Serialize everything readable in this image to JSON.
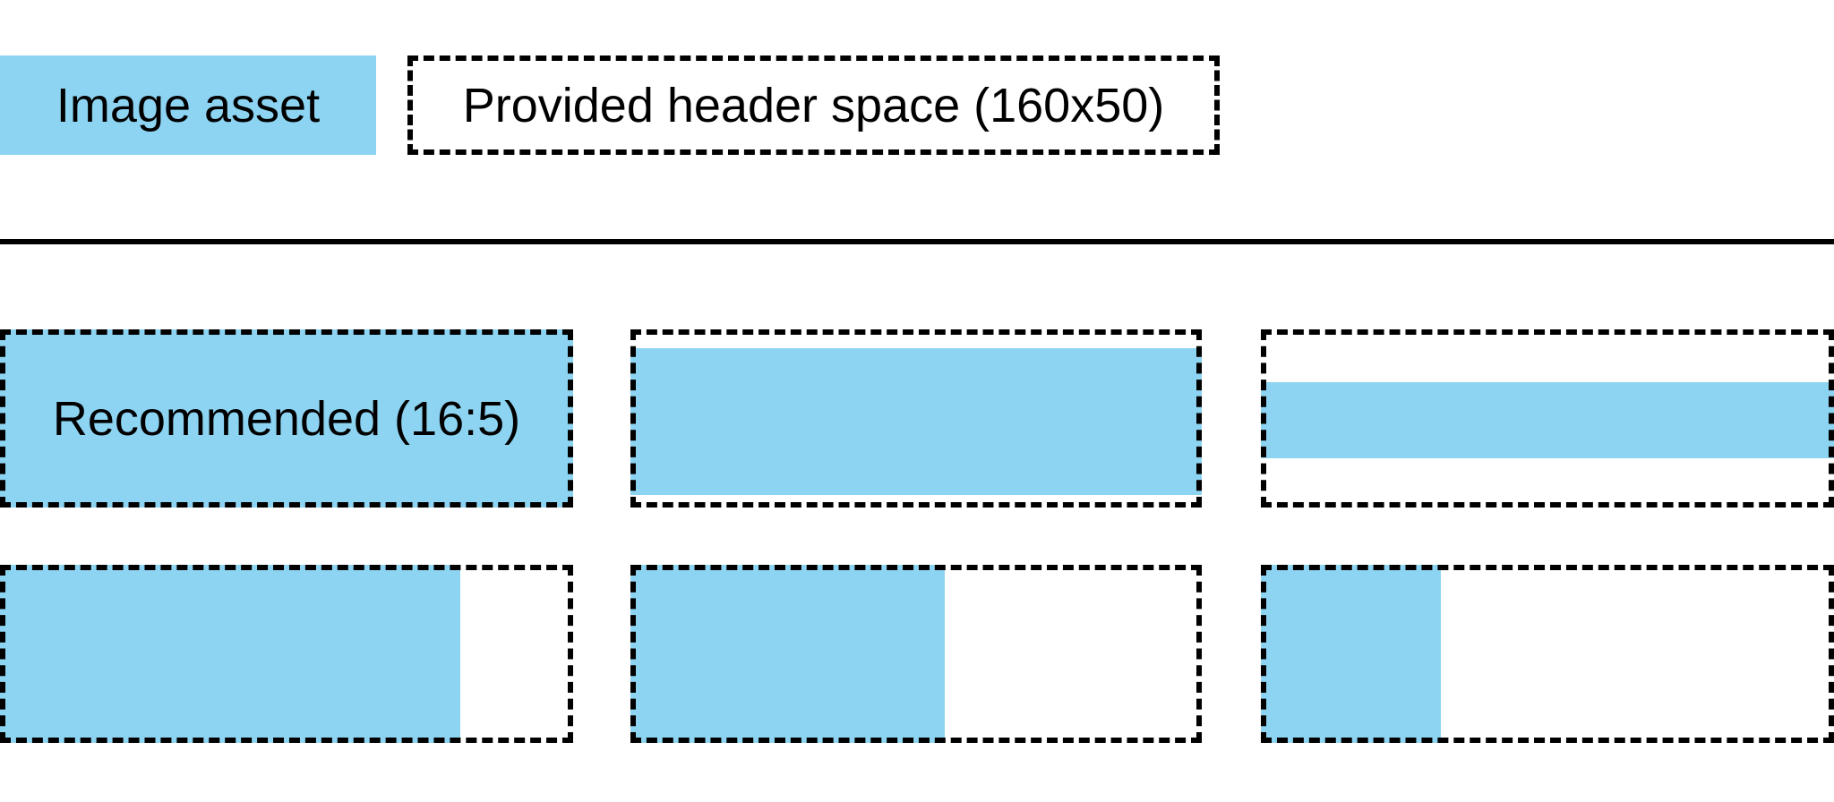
{
  "colors": {
    "asset_blue": "#8DD4F2",
    "border": "#000000",
    "background": "#FFFFFF",
    "text": "#000000"
  },
  "legend": {
    "asset_label": "Image asset",
    "space_label": "Provided header space (160x50)"
  },
  "grid": {
    "recommended_label": "Recommended (16:5)",
    "cells": [
      {
        "id": "recommended-full-bleed",
        "label": "Recommended (16:5)",
        "fill": {
          "left_pct": 0,
          "top_pct": 0,
          "width_pct": 100,
          "height_pct": 100
        }
      },
      {
        "id": "full-width-tall-asset",
        "label": "",
        "fill": {
          "left_pct": 0,
          "top_pct": 10.5,
          "width_pct": 100,
          "height_pct": 82.5
        }
      },
      {
        "id": "full-width-short-band-asset",
        "label": "",
        "fill": {
          "left_pct": 0,
          "top_pct": 29.4,
          "width_pct": 100,
          "height_pct": 43.1
        }
      },
      {
        "id": "full-height-wide-asset",
        "label": "",
        "fill": {
          "left_pct": 0,
          "top_pct": 0,
          "width_pct": 80.3,
          "height_pct": 100
        }
      },
      {
        "id": "full-height-medium-asset",
        "label": "",
        "fill": {
          "left_pct": 0,
          "top_pct": 0,
          "width_pct": 55.0,
          "height_pct": 100
        }
      },
      {
        "id": "full-height-narrow-asset",
        "label": "",
        "fill": {
          "left_pct": 0,
          "top_pct": 0,
          "width_pct": 31.4,
          "height_pct": 100
        }
      }
    ]
  }
}
